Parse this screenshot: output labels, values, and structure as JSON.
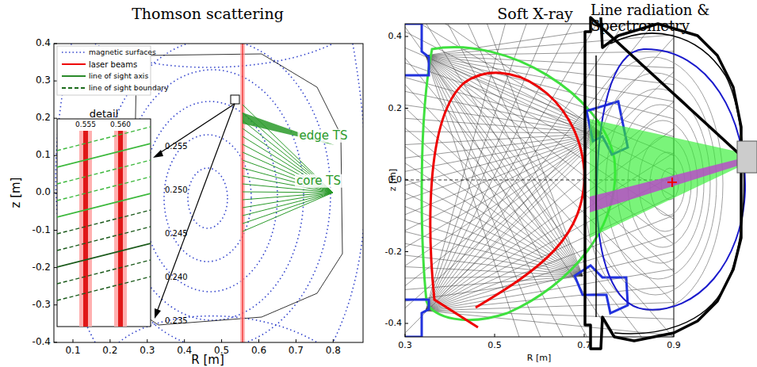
{
  "diagram": {
    "labels": [
      "Thomson scattering",
      "Soft X-ray",
      "Line radiation & Spectrometry",
      "0.4",
      "0.3",
      "0.2",
      "0.1",
      "0.0",
      "-0.1",
      "-0.2",
      "-0.3",
      "-0.4",
      "z [m]",
      "0.1",
      "0.2",
      "0.3",
      "0.4",
      "0.5",
      "0.6",
      "0.7",
      "0.8",
      "R [m]",
      "detail",
      "0.555",
      "0.560",
      "0.255",
      "0.250",
      "0.245",
      "0.240",
      "0.235",
      "edge TS",
      "core TS",
      "0.4",
      "0.2",
      "0.0",
      "-0.2",
      "-0.4",
      "z [m]",
      "0.3",
      "0.5",
      "0.7",
      "0.9",
      "R [m]"
    ],
    "legend": [
      {
        "text": "magnetic surfaces"
      },
      {
        "text": "laser beams"
      },
      {
        "text": "line of sight axis"
      },
      {
        "text": "line of sight boundary"
      }
    ]
  }
}
